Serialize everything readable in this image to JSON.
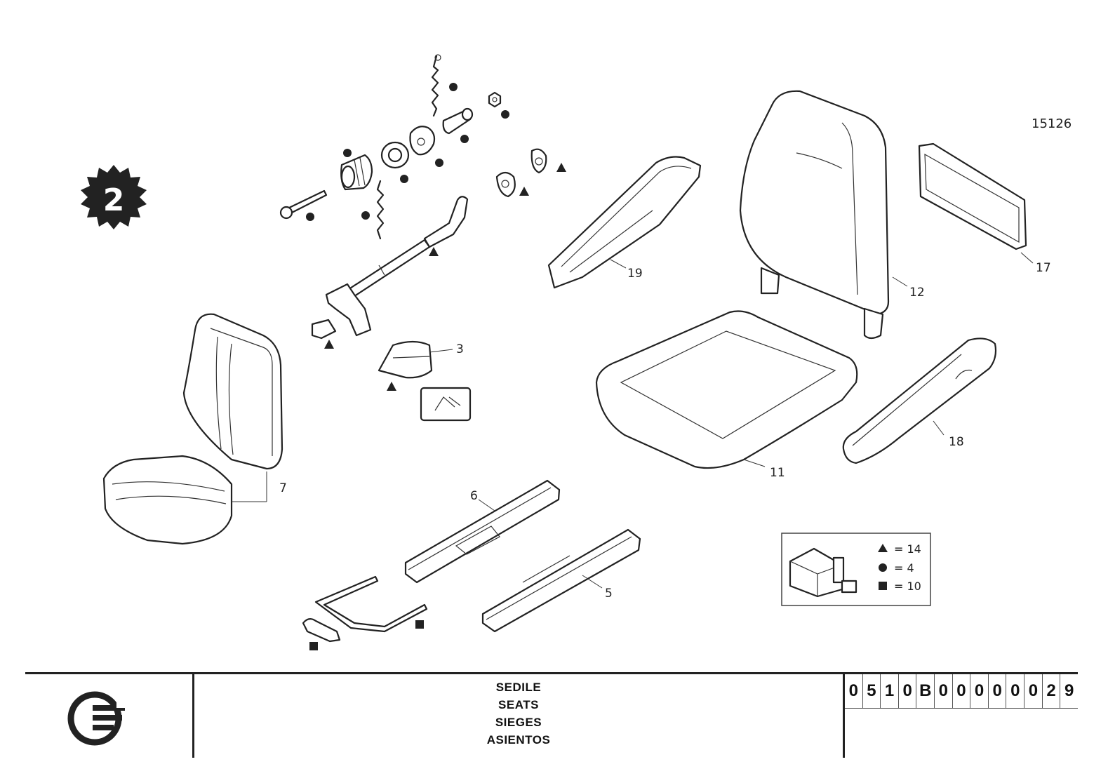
{
  "page_badge": "2",
  "drawing_number": "15126",
  "callouts": [
    {
      "id": "3",
      "label": "3"
    },
    {
      "id": "5",
      "label": "5"
    },
    {
      "id": "6",
      "label": "6"
    },
    {
      "id": "7",
      "label": "7"
    },
    {
      "id": "11",
      "label": "11"
    },
    {
      "id": "12",
      "label": "12"
    },
    {
      "id": "17",
      "label": "17"
    },
    {
      "id": "18",
      "label": "18"
    },
    {
      "id": "19",
      "label": "19"
    }
  ],
  "kit_legend": {
    "items": [
      {
        "symbol": "triangle",
        "text": "= 14"
      },
      {
        "symbol": "circle",
        "text": "= 4"
      },
      {
        "symbol": "square",
        "text": "= 10"
      }
    ]
  },
  "title_block": {
    "titles": [
      "SEDILE",
      "SEATS",
      "SIEGES",
      "ASIENTOS"
    ],
    "code_digits": [
      "0",
      "5",
      "1",
      "0",
      "B",
      "0",
      "0",
      "0",
      "0",
      "0",
      "0",
      "2",
      "9"
    ]
  },
  "colors": {
    "ink": "#222222",
    "paper": "#ffffff"
  }
}
